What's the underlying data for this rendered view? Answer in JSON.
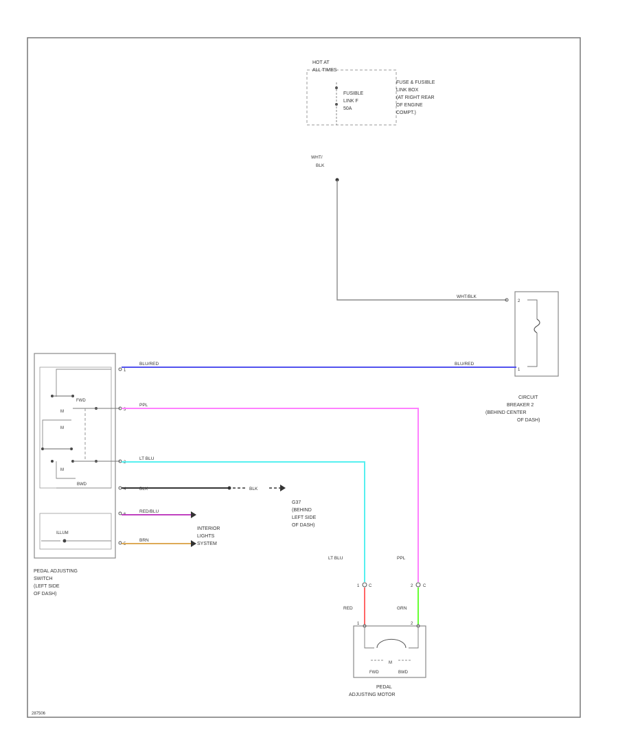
{
  "colors": {
    "frame": "#777777",
    "wire_grey": "#8a8a8a",
    "blu_red": "#5050ee",
    "ppl": "#ff80ff",
    "lt_blu": "#55f0f0",
    "blk": "#333333",
    "red_blu": "#c040c0",
    "grn": "#66ff33",
    "red": "#ff6666",
    "brn": "#ddaa55"
  },
  "fuse_box": {
    "hot_at": "HOT AT",
    "all_times": "ALL TIMES",
    "fusible_link_1": "FUSIBLE",
    "fusible_link_2": "LINK F",
    "fusible_link_3": "50A",
    "desc_1": "FUSE & FUSIBLE",
    "desc_2": "LINK BOX",
    "desc_3": "(AT RIGHT REAR",
    "desc_4": "OF ENGINE",
    "desc_5": "COMPT.)"
  },
  "feed_wire": {
    "label_1": "WHT/",
    "label_2": "BLK"
  },
  "circuit_breaker": {
    "wire_label": "WHT/BLK",
    "wire2_label": "BLU/RED",
    "pin_a": "2",
    "pin_b": "1",
    "name_1": "CIRCUIT",
    "name_2": "BREAKER 2",
    "name_3": "(BEHIND CENTER",
    "name_4": "OF DASH)"
  },
  "switch": {
    "fwd": "FWD",
    "m1": "M",
    "m2": "M",
    "bwd": "BWD",
    "illum": "ILLUM",
    "name_1": "PEDAL ADJUSTING",
    "name_2": "SWITCH",
    "name_3": "(LEFT SIDE",
    "name_4": "OF DASH)",
    "pins": [
      "1",
      "3",
      "2",
      "4",
      "6",
      "5"
    ],
    "wires": [
      "BLU/RED",
      "PPL",
      "LT BLU",
      "BLK",
      "RED/BLU",
      "BRN"
    ]
  },
  "ground": {
    "wire_label": "BLK",
    "name_1": "G37",
    "name_2": "(BEHIND",
    "name_3": "LEFT SIDE",
    "name_4": "OF DASH)"
  },
  "interior": {
    "name_1": "INTERIOR",
    "name_2": "LIGHTS",
    "name_3": "SYSTEM"
  },
  "motor": {
    "lt_blu": "LT BLU",
    "ppl": "PPL",
    "red": "RED",
    "grn": "GRN",
    "c_left": "C",
    "c_right": "C",
    "pin_left": "1",
    "pin_right": "2",
    "e_left": "1",
    "e_right": "2",
    "m": "M",
    "fwd": "FWD",
    "bwd": "BWD",
    "name_1": "PEDAL",
    "name_2": "ADJUSTING MOTOR"
  },
  "footer_code": "287506"
}
